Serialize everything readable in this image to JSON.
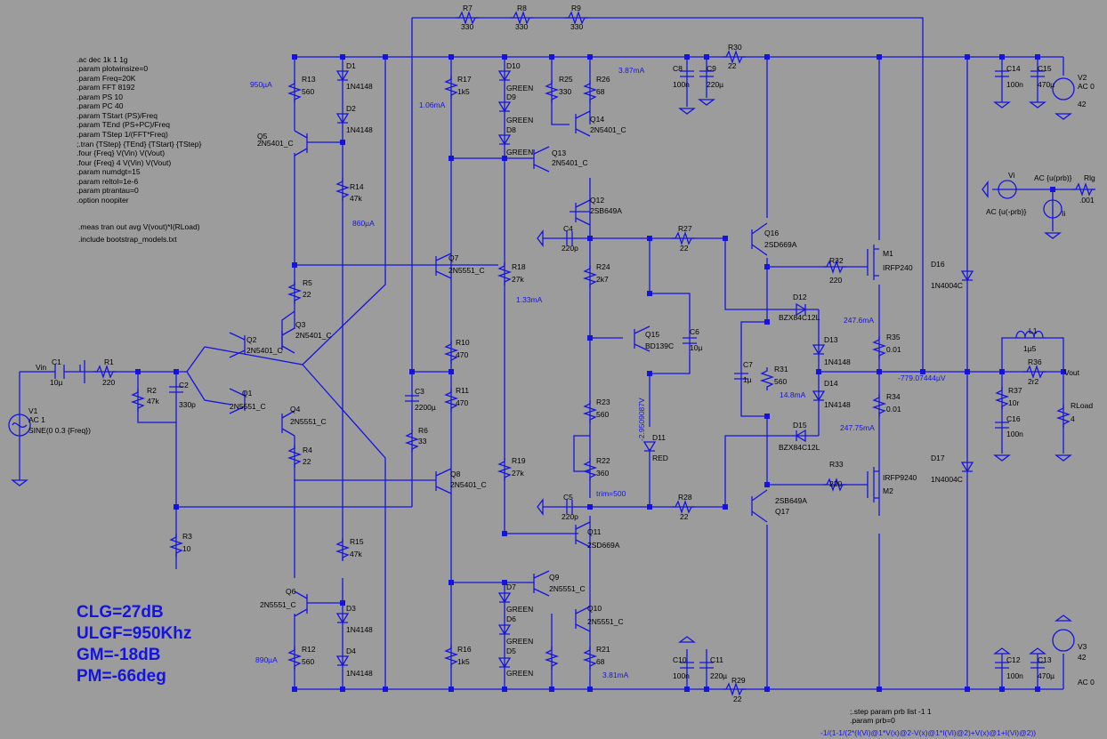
{
  "components": {
    "R1": [
      "R1",
      "220"
    ],
    "R2": [
      "R2",
      "47k"
    ],
    "R3": [
      "R3",
      "10"
    ],
    "R4": [
      "R4",
      "22"
    ],
    "R5": [
      "R5",
      "22"
    ],
    "R6": [
      "R6",
      "33"
    ],
    "R7": [
      "R7",
      "330"
    ],
    "R8": [
      "R8",
      "330"
    ],
    "R9": [
      "R9",
      "330"
    ],
    "R10": [
      "R10",
      "470"
    ],
    "R11": [
      "R11",
      "470"
    ],
    "R12": [
      "R12",
      "560"
    ],
    "R13": [
      "R13",
      "560"
    ],
    "R14": [
      "R14",
      "47k"
    ],
    "R15": [
      "R15",
      "47k"
    ],
    "R16": [
      "R16",
      "1k5"
    ],
    "R17": [
      "R17",
      "1k5"
    ],
    "R18": [
      "R18",
      "27k"
    ],
    "R19": [
      "R19",
      "27k"
    ],
    "R21": [
      "R21",
      "68"
    ],
    "R22": [
      "R22",
      "360"
    ],
    "R23": [
      "R23",
      "560"
    ],
    "R24": [
      "R24",
      "2k7"
    ],
    "R25": [
      "R25",
      "330"
    ],
    "R26": [
      "R26",
      "68"
    ],
    "R27": [
      "R27",
      "22"
    ],
    "R28": [
      "R28",
      "22"
    ],
    "R29": [
      "R29",
      "22"
    ],
    "R30": [
      "R30",
      "22"
    ],
    "R31": [
      "R31",
      "560"
    ],
    "R32": [
      "R32",
      "220"
    ],
    "R33": [
      "R33",
      "220"
    ],
    "R34": [
      "R34",
      "0.01"
    ],
    "R35": [
      "R35",
      "0.01"
    ],
    "R36": [
      "R36",
      "2r2"
    ],
    "R37": [
      "R37",
      "10r"
    ],
    "RLoad": [
      "RLoad",
      "4"
    ],
    "Rlg": [
      "Rlg",
      ".001"
    ],
    "C1": [
      "C1",
      "10µ"
    ],
    "C2": [
      "C2",
      "330p"
    ],
    "C3": [
      "C3",
      "2200µ"
    ],
    "C4": [
      "C4",
      "220p"
    ],
    "C5": [
      "C5",
      "220p"
    ],
    "C6": [
      "C6",
      "10µ"
    ],
    "C7": [
      "C7",
      "1µ"
    ],
    "C8": [
      "C8",
      "100n"
    ],
    "C9": [
      "C9",
      "220µ"
    ],
    "C10": [
      "C10",
      "100n"
    ],
    "C11": [
      "C11",
      "220µ"
    ],
    "C12": [
      "C12",
      "100n"
    ],
    "C13": [
      "C13",
      "470µ"
    ],
    "C14": [
      "C14",
      "100n"
    ],
    "C15": [
      "C15",
      "470µ"
    ],
    "C16": [
      "C16",
      "100n"
    ],
    "L1": [
      "L1",
      "1µ5"
    ],
    "D1": [
      "D1",
      "1N4148"
    ],
    "D2": [
      "D2",
      "1N4148"
    ],
    "D3": [
      "D3",
      "1N4148"
    ],
    "D4": [
      "D4",
      "1N4148"
    ],
    "D5": [
      "D5",
      "GREEN"
    ],
    "D6": [
      "D6",
      "GREEN"
    ],
    "D7": [
      "D7",
      "GREEN"
    ],
    "D8": [
      "D8",
      "GREEN"
    ],
    "D9": [
      "D9",
      "GREEN"
    ],
    "D10": [
      "D10",
      "GREEN"
    ],
    "D11": [
      "D11",
      "RED"
    ],
    "D12": [
      "D12",
      "BZX84C12L"
    ],
    "D13": [
      "D13",
      "1N4148"
    ],
    "D14": [
      "D14",
      "1N4148"
    ],
    "D15": [
      "D15",
      "BZX84C12L"
    ],
    "D16": [
      "D16",
      "1N4004C"
    ],
    "D17": [
      "D17",
      "1N4004C"
    ],
    "Q1": [
      "Q1",
      "2N5551_C"
    ],
    "Q2": [
      "Q2",
      "2N5401_C"
    ],
    "Q3": [
      "Q3",
      "2N5401_C"
    ],
    "Q4": [
      "Q4",
      "2N5551_C"
    ],
    "Q5": [
      "Q5",
      "2N5401_C"
    ],
    "Q6": [
      "Q6",
      "2N5551_C"
    ],
    "Q7": [
      "Q7",
      "2N5551_C"
    ],
    "Q8": [
      "Q8",
      "2N5401_C"
    ],
    "Q9": [
      "Q9",
      "2N5551_C"
    ],
    "Q10": [
      "Q10",
      "2N5551_C"
    ],
    "Q11": [
      "Q11",
      "2SD669A"
    ],
    "Q12": [
      "Q12",
      "2SB649A"
    ],
    "Q13": [
      "Q13",
      "2N5401_C"
    ],
    "Q14": [
      "Q14",
      "2N5401_C"
    ],
    "Q15": [
      "Q15",
      "BD139C"
    ],
    "Q16": [
      "Q16",
      "2SD669A"
    ],
    "Q17": [
      "Q17",
      "2SB649A"
    ],
    "M1": [
      "M1",
      "IRFP240"
    ],
    "M2": [
      "M2",
      "IRFP9240"
    ],
    "V1": [
      "V1",
      "AC 1",
      "SINE(0 0.3 {Freq})"
    ],
    "V2": [
      "V2",
      "AC 0",
      "42"
    ],
    "V3": [
      "V3",
      "AC 0",
      "42"
    ],
    "Vi": [
      "Vi",
      "AC {u(prb)}"
    ],
    "Ii": [
      "Ii",
      "AC {u(-prb)}"
    ]
  },
  "nets": {
    "vin": "Vin",
    "vout": "Vout",
    "trim": "trim=500"
  },
  "annotations": {
    "i1": "950µA",
    "i2": "860µA",
    "i3": "890µA",
    "i4": "1.06mA",
    "i5": "1.33mA",
    "i6": "3.87mA",
    "i7": "3.81mA",
    "i8": "247.6mA",
    "i9": "14.8mA",
    "i10": "247.75mA",
    "v1": "-2.9509087V",
    "v2": "-779.07444µV"
  },
  "directives": [
    ".ac dec 1k 1 1g",
    ".param plotwinsize=0",
    ".param Freq=20K",
    ".param FFT 8192",
    ".param PS 10",
    ".param PC 40",
    ".param TStart (PS)/Freq",
    ".param TEnd (PS+PC)/Freq",
    ".param TStep 1/(FFT*Freq)",
    ";.tran {TStep} {TEnd} {TStart} {TStep}",
    ".four {Freq} V(Vin) V(Vout)",
    ".four {Freq} 4 V(Vin) V(Vout)",
    ".param numdgt=15",
    ".param reltol=1e-6",
    ".param ptrantau=0",
    ".option noopiter"
  ],
  "directives2": [
    ".meas tran out avg V(vout)*I(RLoad)",
    ".include bootstrap_models.txt"
  ],
  "step": [
    ";.step param prb list -1 1",
    ".param prb=0"
  ],
  "formula": "-1/(1-1/(2*(I(Vi)@1*V(x)@2-V(x)@1*I(Vi)@2)+V(x)@1+I(Vi)@2))",
  "results": [
    "CLG=27dB",
    "ULGF=950Khz",
    "GM=-18dB",
    "PM=-66deg"
  ]
}
